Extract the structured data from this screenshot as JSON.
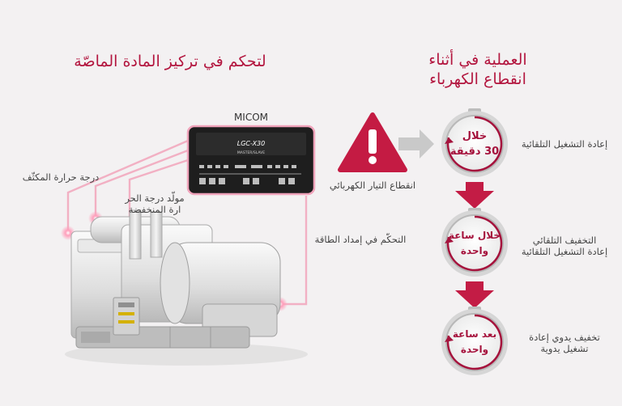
{
  "headings": {
    "concentration_control": "لتحكم في تركيز المادة الماصّة",
    "power_outage_operation_line1": "العملية في أثناء",
    "power_outage_operation_line2": "انقطاع الكهرباء"
  },
  "controller": {
    "label": "MICOM",
    "model_text": "LGC-X30",
    "mode_text": "MASTER/SLAVE"
  },
  "sensor_labels": {
    "condenser_temp": "درجة حرارة المكثّف",
    "low_temp_generator_line1": "مولّد درجة الحر",
    "low_temp_generator_line2": "ارة المنخفضة",
    "energy_supply_control": "التحكّم في إمداد الطاقة",
    "power_outage": "انقطاع التيار الكهربائي"
  },
  "steps": [
    {
      "dial_line1": "خلال",
      "dial_line2": "30 دقيقة",
      "description_line1": "إعادة التشغيل التلقائية",
      "description_line2": ""
    },
    {
      "dial_line1": "خلال ساعة",
      "dial_line2": "واحدة",
      "description_line1": "التخفيف التلقائي",
      "description_line2": "إعادة التشغيل التلقائية"
    },
    {
      "dial_line1": "بعد ساعة",
      "dial_line2": "واحدة",
      "description_line1": "تخفيف يدوي إعادة",
      "description_line2": "تشغيل يدوية"
    }
  ],
  "colors": {
    "accent": "#b3163f",
    "warning": "#c41b43",
    "glow": "#f3b6c8",
    "arrow_gray": "#c9c9c9"
  },
  "icons": {
    "warning": "exclamation-triangle-icon",
    "dial": "stopwatch-dial-icon"
  }
}
